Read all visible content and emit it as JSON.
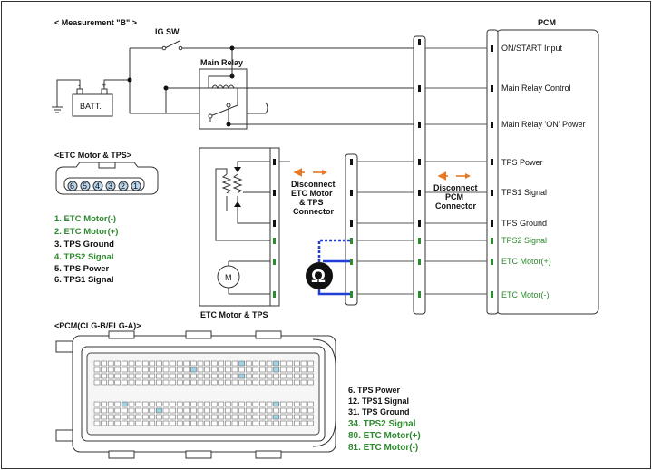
{
  "title": "< Measurement \"B\" >",
  "ig_sw": "IG SW",
  "main_relay": "Main Relay",
  "batt": "BATT.",
  "batt_minus": "-",
  "batt_plus": "+",
  "pcm_label": "PCM",
  "pcm_pins": [
    {
      "label": "ON/START Input",
      "color": "#111111"
    },
    {
      "label": "Main Relay Control",
      "color": "#111111"
    },
    {
      "label": "Main Relay 'ON' Power",
      "color": "#111111"
    },
    {
      "label": "TPS Power",
      "color": "#111111"
    },
    {
      "label": "TPS1 Signal",
      "color": "#111111"
    },
    {
      "label": "TPS Ground",
      "color": "#111111"
    },
    {
      "label": "TPS2 Signal",
      "color": "#2e8a2e"
    },
    {
      "label": "ETC Motor(+)",
      "color": "#2e8a2e"
    },
    {
      "label": "ETC Motor(-)",
      "color": "#2e8a2e"
    }
  ],
  "etc_header": "<ETC Motor & TPS>",
  "etc_connector_pins": [
    "6",
    "5",
    "4",
    "3",
    "2",
    "1"
  ],
  "etc_legend": [
    {
      "text": "1. ETC Motor(-)",
      "color": "#2e8a2e"
    },
    {
      "text": "2. ETC Motor(+)",
      "color": "#2e8a2e"
    },
    {
      "text": "3. TPS Ground",
      "color": "#111111"
    },
    {
      "text": "4. TPS2 Signal",
      "color": "#2e8a2e"
    },
    {
      "text": "5. TPS Power",
      "color": "#111111"
    },
    {
      "text": "6. TPS1 Signal",
      "color": "#111111"
    }
  ],
  "etc_box_label": "ETC Motor & TPS",
  "motor_symbol": "M",
  "disconnect_etc": [
    "Disconnect",
    "ETC Motor",
    "& TPS",
    "Connector"
  ],
  "disconnect_pcm": [
    "Disconnect",
    "PCM",
    "Connector"
  ],
  "ohm_symbol": "Ω",
  "pcm_connector_header": "<PCM(CLG-B/ELG-A)>",
  "pcm_legend": [
    {
      "text": "6. TPS Power",
      "color": "#111111"
    },
    {
      "text": "12. TPS1 Signal",
      "color": "#111111"
    },
    {
      "text": "31. TPS Ground",
      "color": "#111111"
    },
    {
      "text": "34. TPS2 Signal",
      "color": "#2e8a2e"
    },
    {
      "text": "80. ETC Motor(+)",
      "color": "#2e8a2e"
    },
    {
      "text": "81. ETC Motor(-)",
      "color": "#2e8a2e"
    }
  ],
  "colors": {
    "green": "#2e8a2e",
    "blue_wire": "#1f3fd6",
    "arrow_orange": "#e87722",
    "highlight_cyan": "#9ed3e6"
  }
}
